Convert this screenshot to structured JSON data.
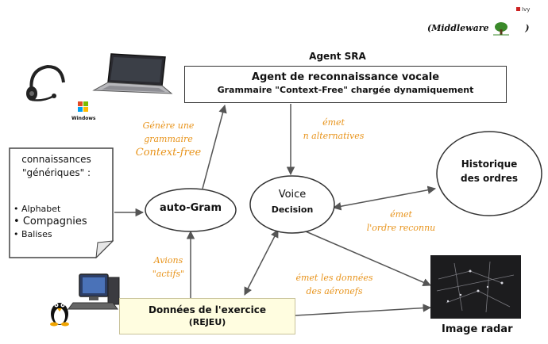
{
  "header": {
    "middleware_open": "(Middleware",
    "middleware_close": ")",
    "brand_small": "Ivy"
  },
  "agent_sra": {
    "title": "Agent SRA",
    "line1": "Agent de reconnaissance vocale",
    "line2": "Grammaire \"Context-Free\" chargée dynamiquement"
  },
  "windows_logo_text": "Windows",
  "knowledge": {
    "title_line1": "connaissances",
    "title_line2": "\"génériques\" :",
    "items": [
      "Alphabet",
      "Compagnies",
      "Balises"
    ]
  },
  "nodes": {
    "autogram": "auto-Gram",
    "voice_line1": "Voice",
    "voice_line2": "Decision",
    "history_line1": "Historique",
    "history_line2": "des ordres"
  },
  "annotations": {
    "genere": [
      "Génère une",
      "grammaire",
      "Context-free"
    ],
    "emet_alt": [
      "émet",
      "n alternatives"
    ],
    "emet_ordre": [
      "émet",
      "l'ordre reconnu"
    ],
    "avions": [
      "Avions",
      "\"actifs\""
    ],
    "emet_donnees": [
      "émet les données",
      "des aéronefs"
    ]
  },
  "exercise": {
    "line1": "Données de l'exercice",
    "line2": "(REJEU)"
  },
  "radar_label": "Image radar",
  "colors": {
    "annotation": "#e8941c",
    "exercise_bg": "#fffde0",
    "ivy_red": "#cc2222",
    "tree_green": "#3a8a2a"
  }
}
